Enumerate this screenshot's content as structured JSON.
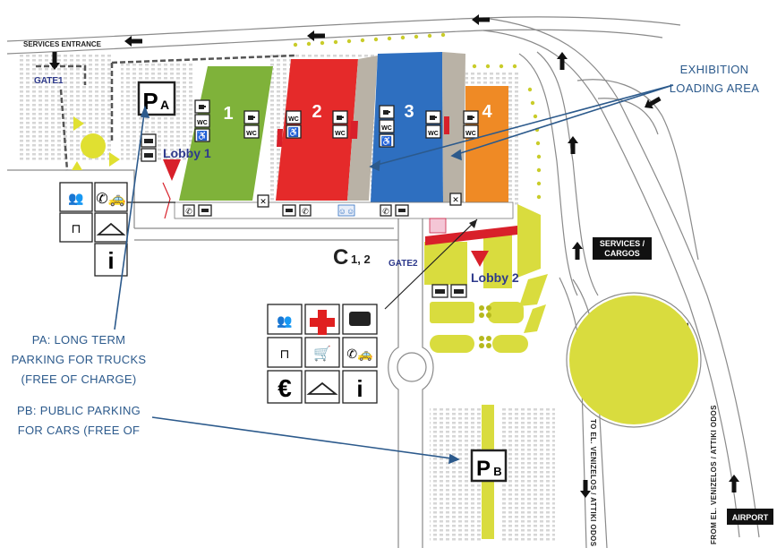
{
  "labels": {
    "services_entrance": "SERVICES ENTRANCE",
    "gate1": "GATE1",
    "gate2": "GATE2",
    "lobby1": "Lobby 1",
    "lobby2": "Lobby 2",
    "hall1": "1",
    "hall2": "2",
    "hall3": "3",
    "hall4": "4",
    "c12_letter": "C",
    "c12_nums": "1, 2",
    "pa_letter": "P",
    "pa_sub": "A",
    "pb_letter": "P",
    "pb_sub": "B",
    "exhibition_line1": "EXHIBITION",
    "exhibition_line2": "LOADING AREA",
    "pa_line1": "PA: LONG TERM",
    "pa_line2": "PARKING FOR TRUCKS",
    "pa_line3": "(FREE OF CHARGE)",
    "pb_line1": "PB: PUBLIC PARKING",
    "pb_line2": "FOR CARS (FREE OF",
    "services_cargos_line1": "SERVICES /",
    "services_cargos_line2": "CARGOS",
    "to_venizelos": "TO EL. VENIZELOS / ATTIKI ODOS",
    "from_venizelos": "FROM EL. VENIZELOS / ATTIKI ODOS",
    "airport": "AIRPORT",
    "wc": "WC",
    "euro": "€",
    "info": "i"
  },
  "colors": {
    "hall1": "#7fb23a",
    "hall2": "#e52a2a",
    "hall3": "#2e6fc0",
    "hall4": "#ef8a25",
    "parking_yellow": "#d9dc3e",
    "loading_grey": "#b9b2a6",
    "annotation_blue": "#2c5a8c",
    "lobby_red": "#d8202a",
    "lobby_blue": "#2e3a8c"
  },
  "icons": [
    "wc-icon",
    "cafe-icon",
    "accessible-icon",
    "phone-icon",
    "atm-icon",
    "restaurant-icon",
    "meeting-icon",
    "taxi-icon",
    "reception-icon",
    "cloakroom-icon",
    "info-icon",
    "first-aid-icon",
    "bus-icon",
    "trolley-icon",
    "euro-icon",
    "direction-arrow-icon"
  ]
}
